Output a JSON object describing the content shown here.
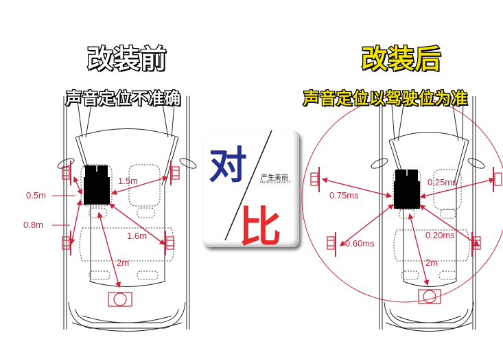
{
  "before": {
    "title": "改装前",
    "subtitle": "声音定位不准确",
    "labels": {
      "left_front_to_seat": "0.5m",
      "left_rear_to_seat": "0.8m",
      "right_front_to_seat": "1.5m",
      "right_rear_to_seat": "1.6m",
      "rear_to_seat": "2m"
    }
  },
  "after": {
    "title": "改装后",
    "subtitle": "声音定位以驾驶位为准",
    "labels": {
      "left_front_delay": "0.75ms",
      "left_rear_delay": "0.60ms",
      "right_front_delay": "0.25ms",
      "right_rear_delay": "0.20ms",
      "rear_to_seat": "2m"
    }
  },
  "badge": {
    "char_top": "对",
    "char_bottom": "比",
    "slogan_cn": "产生美丽",
    "slogan_en": "PRODUCE BEAUTY"
  },
  "colors": {
    "accent_red": "#c8233a",
    "title_yellow": "#f5e400",
    "badge_blue": "#26318f",
    "badge_red": "#e52b2b"
  }
}
